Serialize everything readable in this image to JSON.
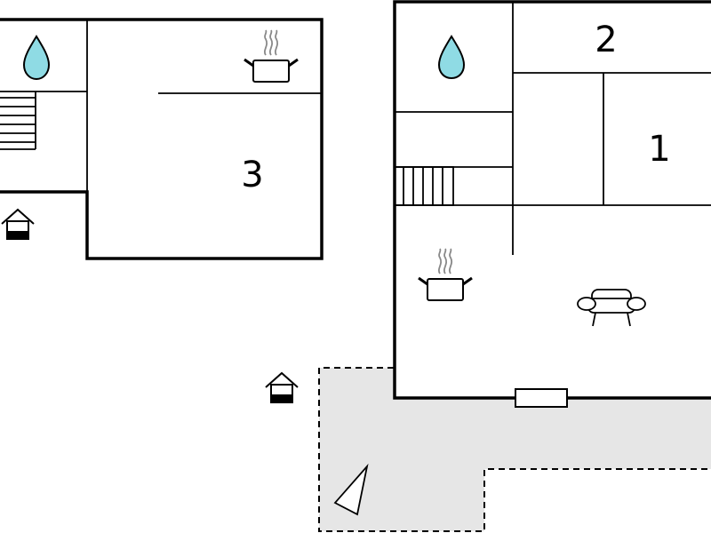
{
  "rooms": [
    {
      "number": "3"
    },
    {
      "number": "2"
    },
    {
      "number": "1"
    }
  ],
  "icons": {
    "water": "water-drop-icon",
    "kitchen": "cooking-pot-icon",
    "living": "sofa-icon",
    "entrance": "entrance-house-icon",
    "stairs": "stairs-icon",
    "terrace": "terrace-area",
    "north": "north-arrow-icon",
    "window": "window"
  },
  "colors": {
    "water": "#8fdbe4",
    "terrace": "#e6e6e6",
    "wall": "#000000"
  }
}
